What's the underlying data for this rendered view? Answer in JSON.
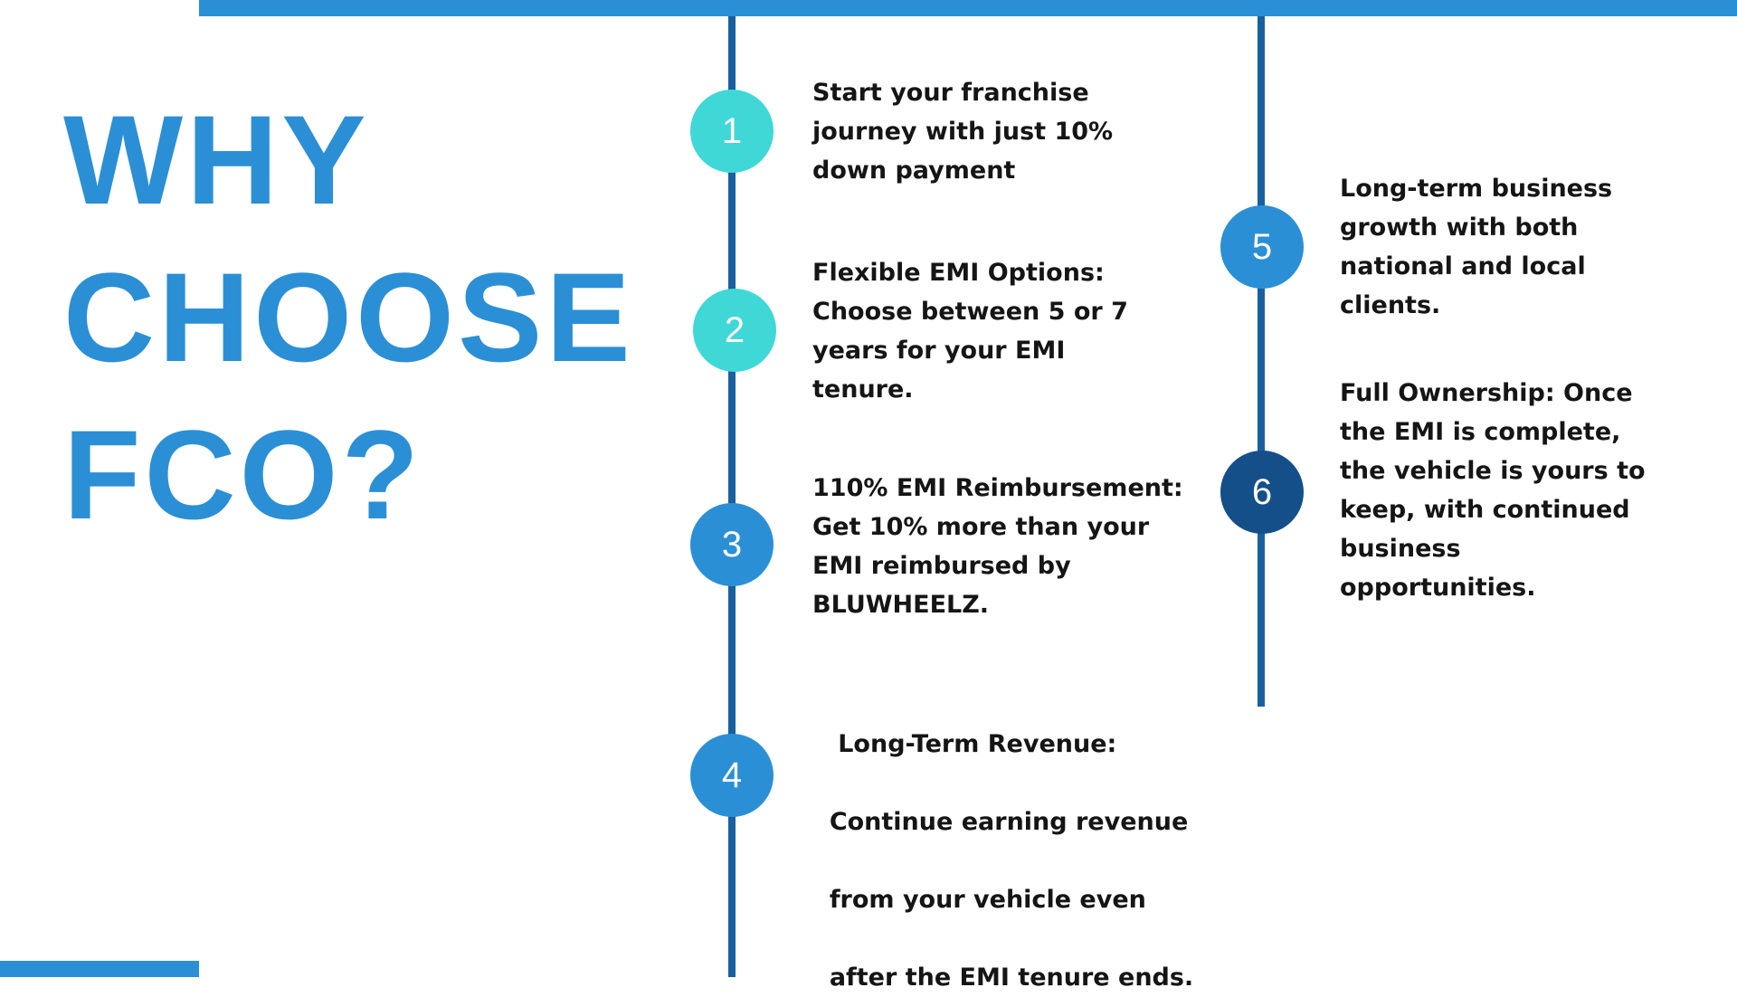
{
  "headline": {
    "line1": "WHY",
    "line2": "CHOOSE",
    "line3": "FCO?"
  },
  "colors": {
    "accent_blue": "#2b8fd6",
    "dark_blue": "#1a5f9e",
    "teal": "#3fd8d6",
    "navy": "#144f8a",
    "text": "#151515"
  },
  "steps": [
    {
      "number": "1",
      "lines": [
        "Start your franchise",
        "journey with just 10%",
        "down payment"
      ]
    },
    {
      "number": "2",
      "lines": [
        "Flexible EMI Options:",
        "Choose between 5 or 7",
        "years for your EMI",
        "tenure."
      ]
    },
    {
      "number": "3",
      "lines": [
        "110% EMI Reimbursement:",
        "Get 10% more than your",
        "EMI reimbursed by",
        "BLUWHEELZ."
      ]
    },
    {
      "number": "4",
      "lines": [
        " Long-Term Revenue:",
        "Continue earning revenue",
        "from your vehicle even",
        "after the EMI tenure ends."
      ]
    },
    {
      "number": "5",
      "lines": [
        "Long-term business",
        "growth with both",
        "national and local",
        "clients."
      ]
    },
    {
      "number": "6",
      "lines": [
        "Full Ownership: Once",
        "the EMI is complete,",
        "the vehicle is yours to",
        "keep, with continued",
        "business",
        "opportunities."
      ]
    }
  ]
}
